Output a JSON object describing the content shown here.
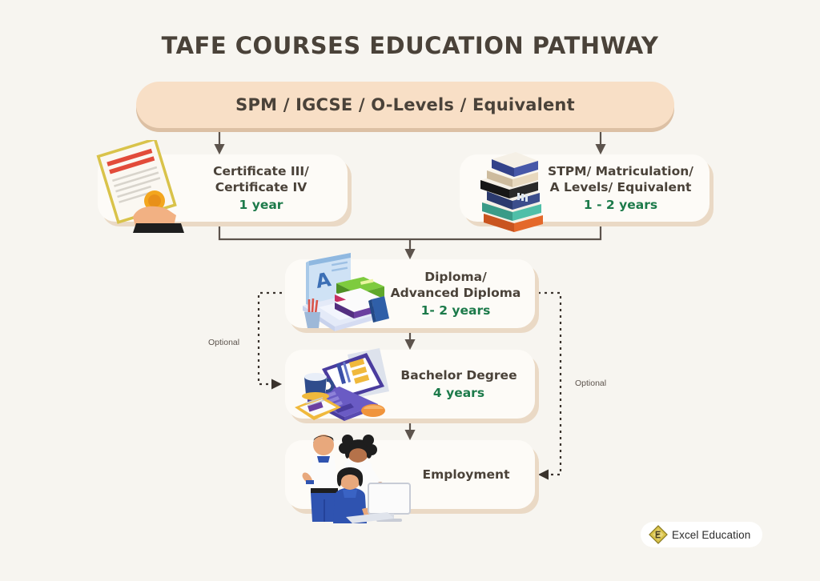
{
  "page": {
    "title": "TAFE COURSES EDUCATION PATHWAY",
    "background_color": "#F7F5F0",
    "title_color": "#4A4239"
  },
  "banner": {
    "text": "SPM / IGCSE / O-Levels / Equivalent",
    "fill_color": "#F8DFC6",
    "shadow_color": "#DCC0A4"
  },
  "nodes": {
    "certificate": {
      "title_line1": "Certificate III/",
      "title_line2": "Certificate IV",
      "duration": "1 year",
      "icon": "certificate-illustration"
    },
    "stpm": {
      "title_line1": "STPM/ Matriculation/",
      "title_line2": "A Levels/ Equivalent",
      "duration": "1 - 2 years",
      "icon": "book-stack-illustration"
    },
    "diploma": {
      "title_line1": "Diploma/",
      "title_line2": "Advanced Diploma",
      "duration": "1- 2 years",
      "icon": "laptop-books-illustration"
    },
    "bachelor": {
      "title_line1": "Bachelor Degree",
      "duration": "4 years",
      "icon": "laptop-desk-illustration"
    },
    "employment": {
      "title_line1": "Employment",
      "icon": "team-people-illustration"
    }
  },
  "optional_paths": {
    "left_label": "Optional",
    "right_label": "Optional"
  },
  "logo": {
    "text": "Excel Education",
    "mark_color": "#D9C34A"
  },
  "colors": {
    "card_fill": "#FDFBF7",
    "card_shadow": "#EAD9C5",
    "connector": "#5C534C",
    "duration_text": "#1C7A4A"
  },
  "chart_data": {
    "type": "diagram",
    "title": "TAFE COURSES EDUCATION PATHWAY",
    "nodes": [
      {
        "id": "entry",
        "label": "SPM / IGCSE / O-Levels / Equivalent",
        "duration": ""
      },
      {
        "id": "certificate",
        "label": "Certificate III/ Certificate IV",
        "duration": "1 year"
      },
      {
        "id": "stpm",
        "label": "STPM/ Matriculation/ A Levels/ Equivalent",
        "duration": "1 - 2 years"
      },
      {
        "id": "diploma",
        "label": "Diploma/ Advanced Diploma",
        "duration": "1- 2 years"
      },
      {
        "id": "bachelor",
        "label": "Bachelor Degree",
        "duration": "4 years"
      },
      {
        "id": "employment",
        "label": "Employment",
        "duration": ""
      }
    ],
    "edges": [
      {
        "from": "entry",
        "to": "certificate",
        "style": "solid"
      },
      {
        "from": "entry",
        "to": "stpm",
        "style": "solid"
      },
      {
        "from": "certificate",
        "to": "diploma",
        "style": "solid"
      },
      {
        "from": "stpm",
        "to": "diploma",
        "style": "solid"
      },
      {
        "from": "diploma",
        "to": "bachelor",
        "style": "solid"
      },
      {
        "from": "bachelor",
        "to": "employment",
        "style": "solid"
      },
      {
        "from": "diploma",
        "to": "bachelor",
        "style": "dotted",
        "label": "Optional"
      },
      {
        "from": "diploma",
        "to": "employment",
        "style": "dotted",
        "label": "Optional"
      }
    ]
  }
}
